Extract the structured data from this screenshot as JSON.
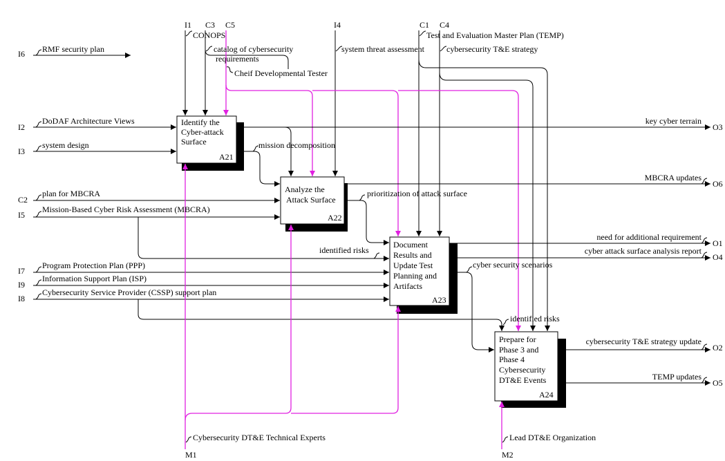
{
  "boxes": {
    "a21": {
      "lines": [
        "Identify the",
        "Cyber-attack",
        "Surface"
      ],
      "id": "A21"
    },
    "a22": {
      "lines": [
        "Analyze the",
        "Attack Surface"
      ],
      "id": "A22"
    },
    "a23": {
      "lines": [
        "Document",
        "Results and",
        "Update Test",
        "Planning and",
        "Artifacts"
      ],
      "id": "A23"
    },
    "a24": {
      "lines": [
        "Prepare for",
        "Phase 3 and",
        "Phase 4",
        "Cybersecurity",
        "DT&E Events"
      ],
      "id": "A24"
    }
  },
  "codes": {
    "i1": "I1",
    "c3": "C3",
    "c5": "C5",
    "i4": "I4",
    "c1": "C1",
    "c4": "C4",
    "i6": "I6",
    "i2": "I2",
    "i3": "I3",
    "c2": "C2",
    "i5": "I5",
    "i7": "I7",
    "i9": "I9",
    "i8": "I8",
    "o3": "O3",
    "o6": "O6",
    "o1": "O1",
    "o4": "O4",
    "o2": "O2",
    "o5": "O5",
    "m1": "M1",
    "m2": "M2"
  },
  "labels": {
    "conops": "CONOPS",
    "catalog1": "catalog of cybersecurity",
    "catalog2": "requirements",
    "cdt": "Cheif Developmental Tester",
    "temp": "Test and Evaluation Master Plan (TEMP)",
    "sta": "system threat assessment",
    "cte": "cybersecurity T&E strategy",
    "rmf": "RMF security plan",
    "dodaf": "DoDAF Architecture Views",
    "sysdesign": "system design",
    "planmbcra": "plan for MBCRA",
    "mbcra": "Mission-Based Cyber Risk Assessment (MBCRA)",
    "ppp": "Program Protection Plan (PPP)",
    "isp": "Information Support Plan (ISP)",
    "cssp": "Cybersecurity Service Provider (CSSP) support plan",
    "missiondecomp": "mission decomposition",
    "prioritization": "prioritization of attack surface",
    "identified1": "identified risks",
    "identified2": "identified risks",
    "scenarios": "cyber security scenarios",
    "keyterrain": "key cyber terrain",
    "mbcraupdates": "MBCRA updates",
    "needreq": "need for additional requirement",
    "analysisreport": "cyber attack surface analysis report",
    "strategyupdate": "cybersecurity T&E strategy update",
    "tempupdates": "TEMP updates",
    "experts": "Cybersecurity DT&E Technical Experts",
    "leadorg": "Lead DT&E Organization"
  }
}
